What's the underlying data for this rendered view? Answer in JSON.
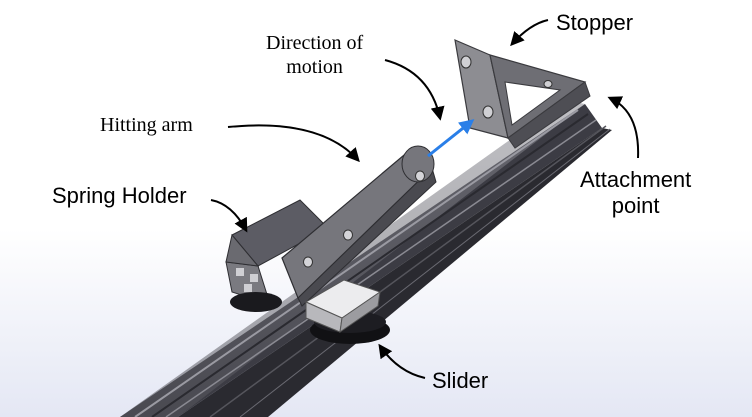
{
  "labels": {
    "stopper": "Stopper",
    "direction_line1": "Direction of",
    "direction_line2": "motion",
    "hitting_arm": "Hitting arm",
    "spring_holder": "Spring Holder",
    "attachment_line1": "Attachment",
    "attachment_line2": "point",
    "slider": "Slider"
  },
  "colors": {
    "background": "#ffffff",
    "rail": "#4a4a52",
    "arm": "#6a6a6e",
    "direction_arrow": "#2a7fe8",
    "callout": "#000000"
  }
}
